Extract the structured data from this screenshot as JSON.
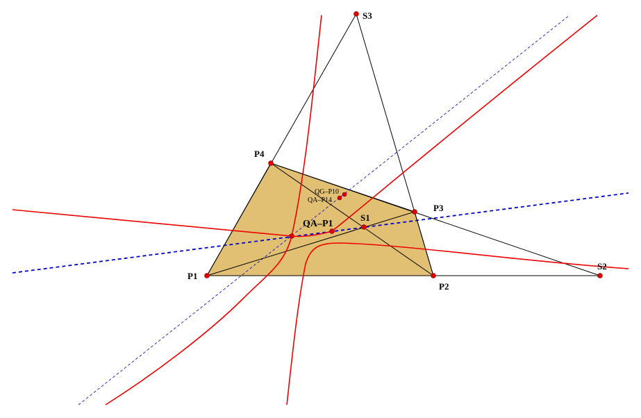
{
  "colors": {
    "quad_fill": "#e2c073",
    "red_curve": "#ee0000",
    "blue_dashed": "#0000cc",
    "point": "#dd0000",
    "black": "#000000"
  },
  "points": {
    "P1": "P1",
    "P2": "P2",
    "P3": "P3",
    "P4": "P4",
    "S1": "S1",
    "S2": "S2",
    "S3": "S3",
    "QA_P1": "QA–P1",
    "QG_P10": "QG–P10",
    "QA_P14": "QA–P14"
  }
}
